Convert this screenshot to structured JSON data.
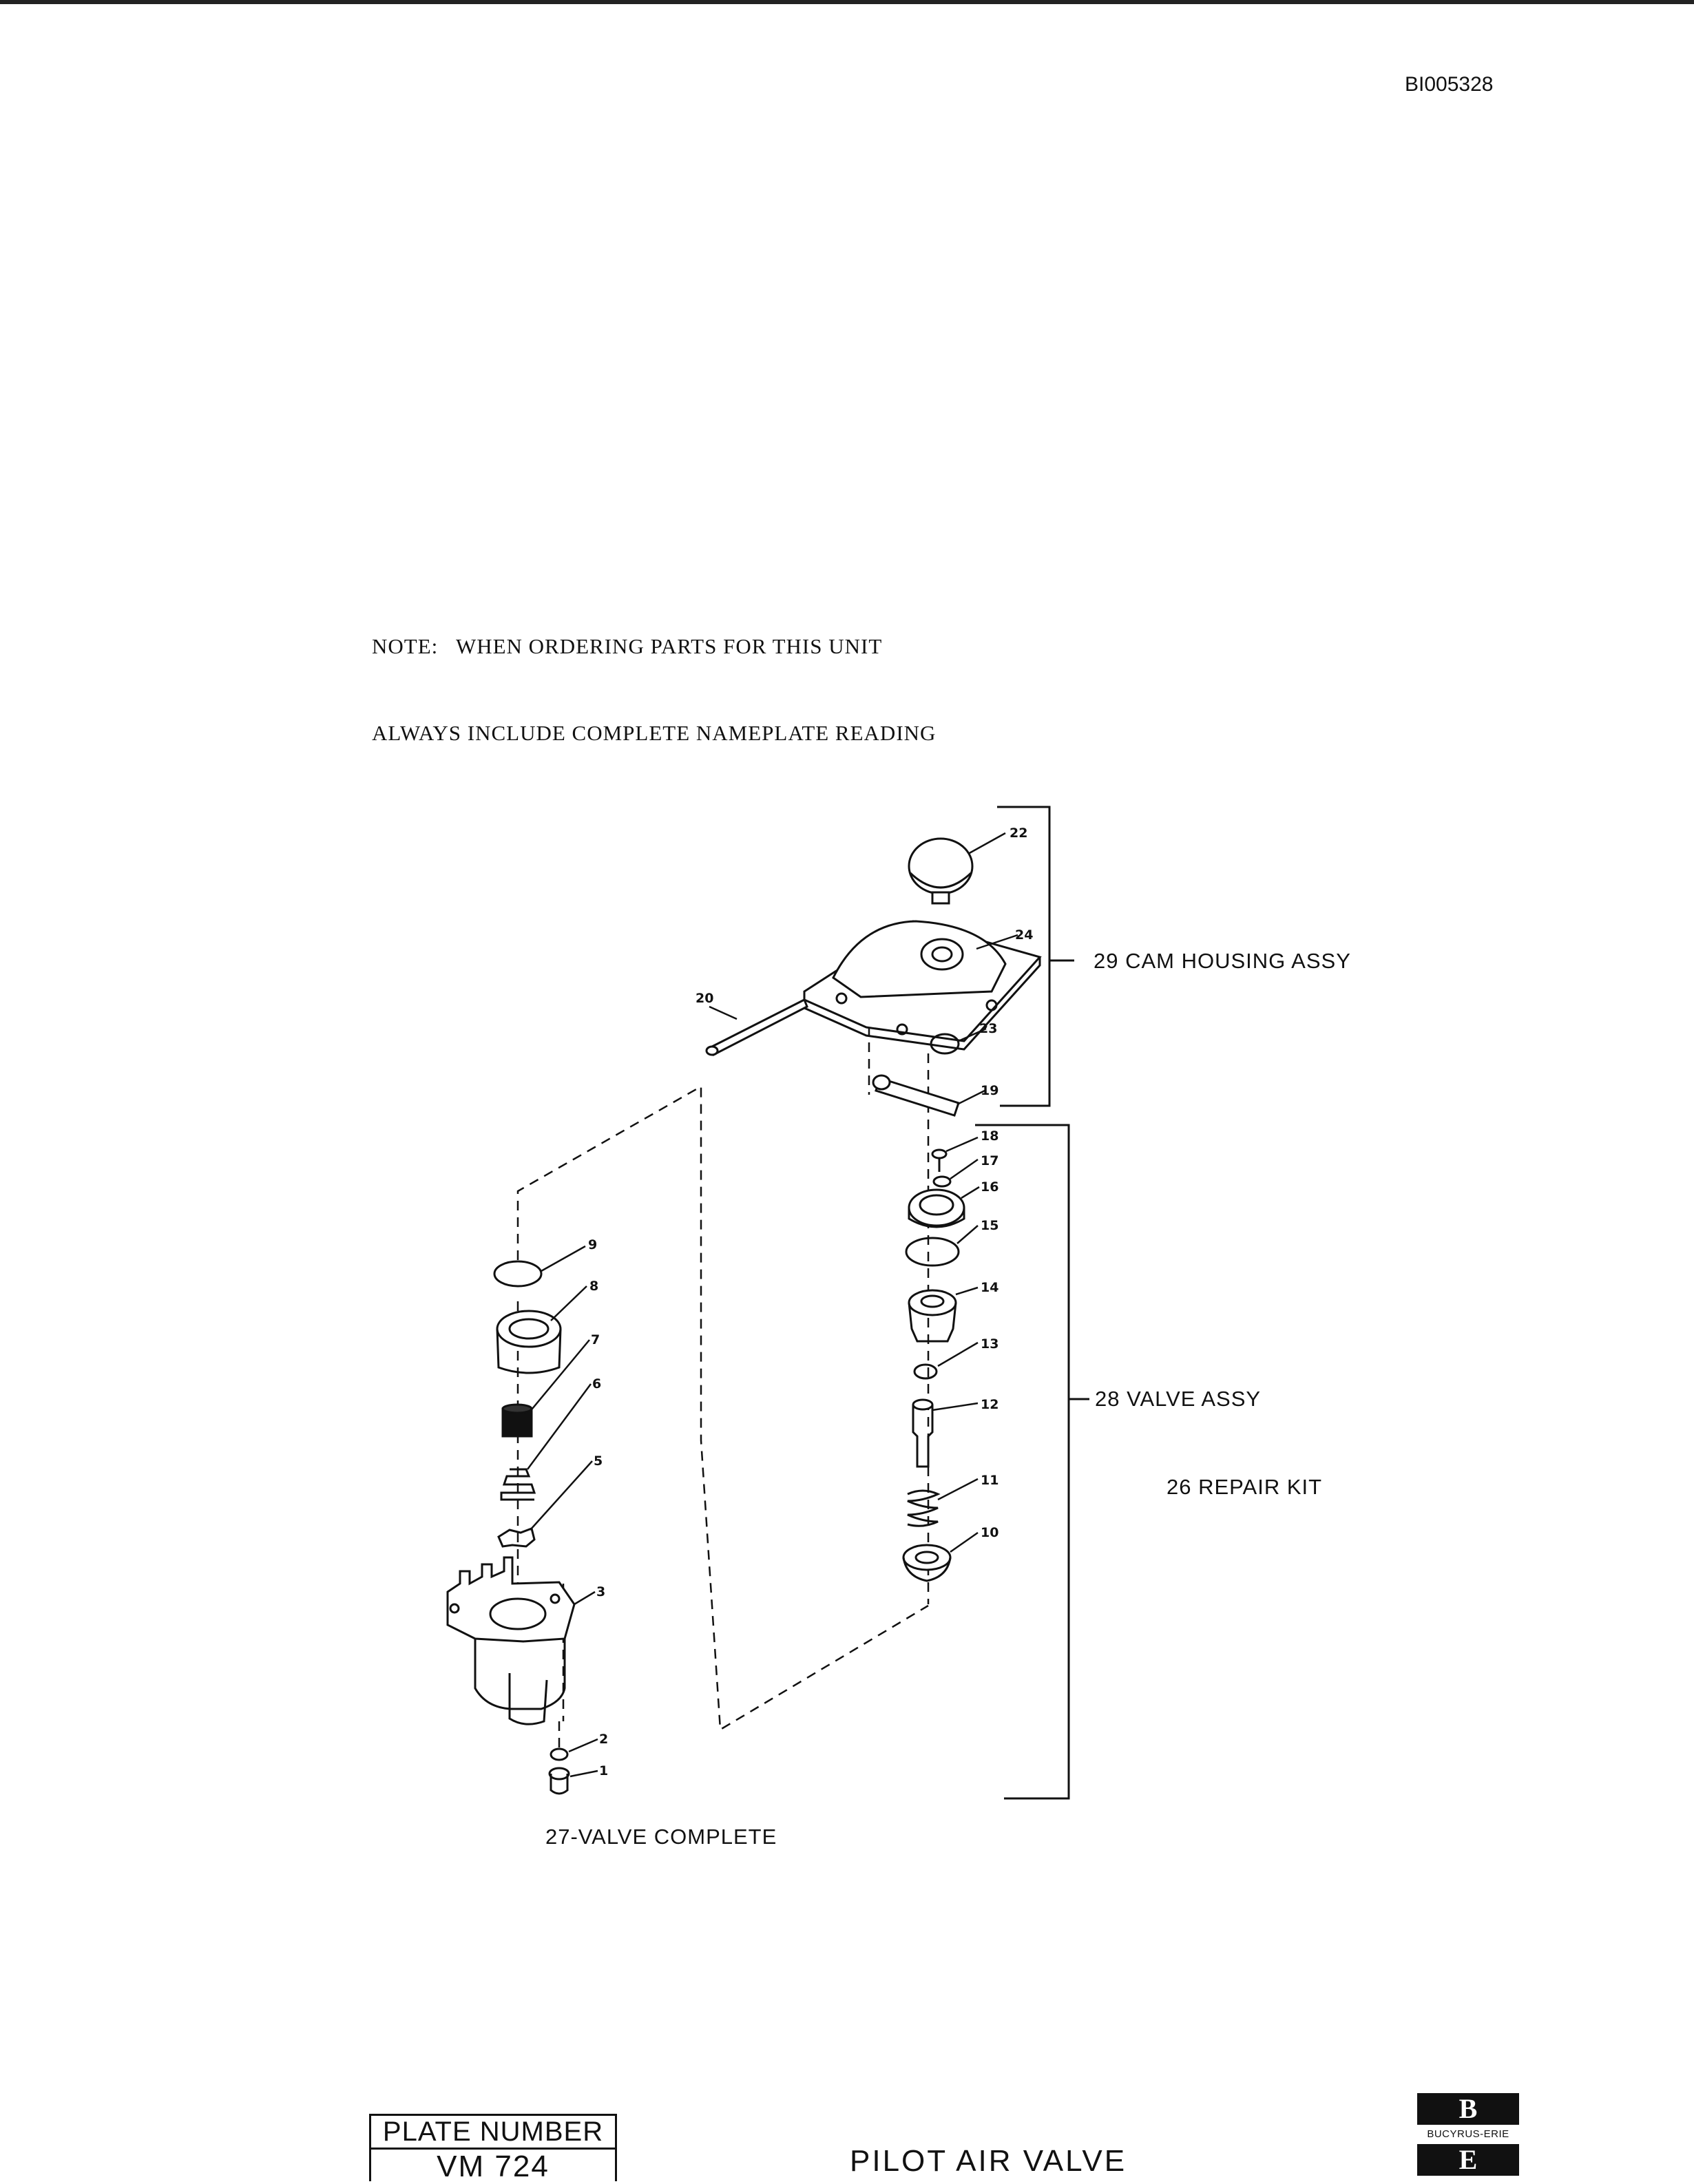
{
  "document_id": "BI005328",
  "note": {
    "line1": "NOTE:   WHEN ORDERING PARTS FOR THIS UNIT",
    "line2": "ALWAYS INCLUDE COMPLETE NAMEPLATE READING"
  },
  "callouts": {
    "cam_housing": "29 CAM HOUSING ASSY",
    "valve_assy": "28 VALVE ASSY",
    "repair_kit": "26 REPAIR KIT",
    "valve_complete": "27-VALVE COMPLETE"
  },
  "part_numbers": {
    "p1": "1",
    "p2": "2",
    "p3": "3",
    "p5": "5",
    "p6": "6",
    "p7": "7",
    "p8": "8",
    "p9": "9",
    "p10": "10",
    "p11": "11",
    "p12": "12",
    "p13": "13",
    "p14": "14",
    "p15": "15",
    "p16": "16",
    "p17": "17",
    "p18": "18",
    "p19": "19",
    "p20": "20",
    "p22": "22",
    "p23": "23",
    "p24": "24"
  },
  "plate": {
    "label": "PLATE NUMBER",
    "value": "VM 724"
  },
  "title": "PILOT AIR VALVE",
  "logo": {
    "top_letter": "B",
    "brand": "BUCYRUS-ERIE",
    "bottom_letter": "E"
  }
}
